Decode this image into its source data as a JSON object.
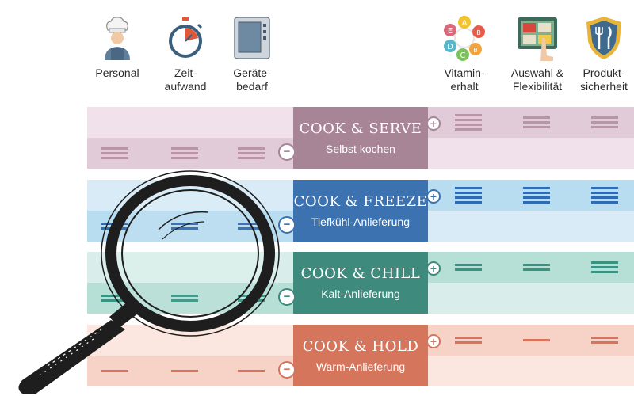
{
  "columns_left": [
    {
      "label": "Personal",
      "icon": "chef-icon"
    },
    {
      "label": "Zeit-\naufwand",
      "icon": "stopwatch-icon"
    },
    {
      "label": "Geräte-\nbedarf",
      "icon": "oven-icon"
    }
  ],
  "columns_right": [
    {
      "label": "Vitamin-\nerhalt",
      "icon": "vitamins-icon"
    },
    {
      "label": "Auswahl &\nFlexibilität",
      "icon": "tablet-menu-icon"
    },
    {
      "label": "Produkt-\nsicherheit",
      "icon": "shield-cutlery-icon"
    }
  ],
  "rows": [
    {
      "title": "COOK & SERVE",
      "subtitle": "Selbst kochen",
      "box_color": "#a78496",
      "light": "#f0e1ea",
      "dark": "#e1cbd8",
      "bar_color": "#b995a7",
      "left_levels": [
        3,
        3,
        3
      ],
      "right_levels": [
        4,
        3,
        3
      ]
    },
    {
      "title": "COOK & FREEZE",
      "subtitle": "Tiefkühl-Anlieferung",
      "box_color": "#3d72b1",
      "light": "#d8ebf6",
      "dark": "#b8dcf0",
      "bar_color": "#2e6bb3",
      "left_levels": [
        2,
        2,
        2
      ],
      "right_levels": [
        4,
        4,
        4
      ]
    },
    {
      "title": "COOK & CHILL",
      "subtitle": "Kalt-Anlieferung",
      "box_color": "#3e8a7d",
      "light": "#d9eeea",
      "dark": "#b6dfd6",
      "bar_color": "#3a9283",
      "left_levels": [
        2,
        2,
        2
      ],
      "right_levels": [
        2,
        2,
        3
      ]
    },
    {
      "title": "COOK & HOLD",
      "subtitle": "Warm-Anlieferung",
      "box_color": "#d5765c",
      "light": "#fbe7df",
      "dark": "#f6d3c6",
      "bar_color": "#d9735a",
      "left_levels": [
        1,
        1,
        1
      ],
      "right_levels": [
        2,
        1,
        2
      ]
    }
  ],
  "plus_sign": "+",
  "minus_sign": "−"
}
